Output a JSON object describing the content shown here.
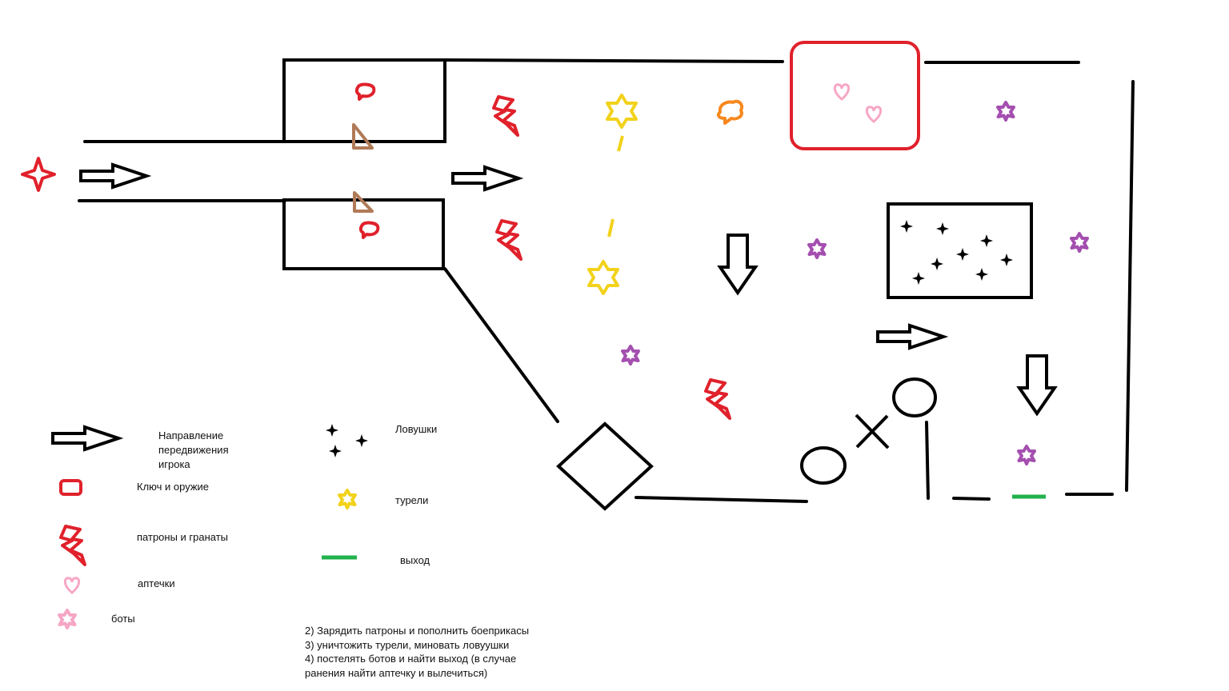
{
  "legend": {
    "direction": [
      "Направление",
      "передвижения",
      "игрока"
    ],
    "key_weapon": "Ключ и оружие",
    "ammo": "патроны и гранаты",
    "medkit": "аптечки",
    "bots": "боты",
    "traps": "Ловушки",
    "turrets": "турели",
    "exit": "выход"
  },
  "instructions": [
    "2) Зарядить патроны и пополнить боеприкасы",
    "3) уничтожить турели, миновать ловуушки",
    "4) постелять ботов и найти выход (в случае",
    "ранения найти аптечку и вылечиться)"
  ],
  "colors": {
    "walls": "#000000",
    "key_weapon": "#e0212b",
    "ammo": "#e0212b",
    "medkit": "#f7a6c5",
    "bots_legend": "#f7a6c5",
    "bots_map": "#a44fb0",
    "turrets": "#f2d21b",
    "exit": "#22b14c",
    "start": "#e0212b",
    "triangle": "#b07a57",
    "orange_blob": "#f7881e"
  },
  "icons": [
    "arrow-icon",
    "key-icon",
    "ammo-icon",
    "medkit-icon",
    "bot-icon",
    "trap-icon",
    "turret-icon",
    "exit-icon",
    "start-star-icon"
  ]
}
